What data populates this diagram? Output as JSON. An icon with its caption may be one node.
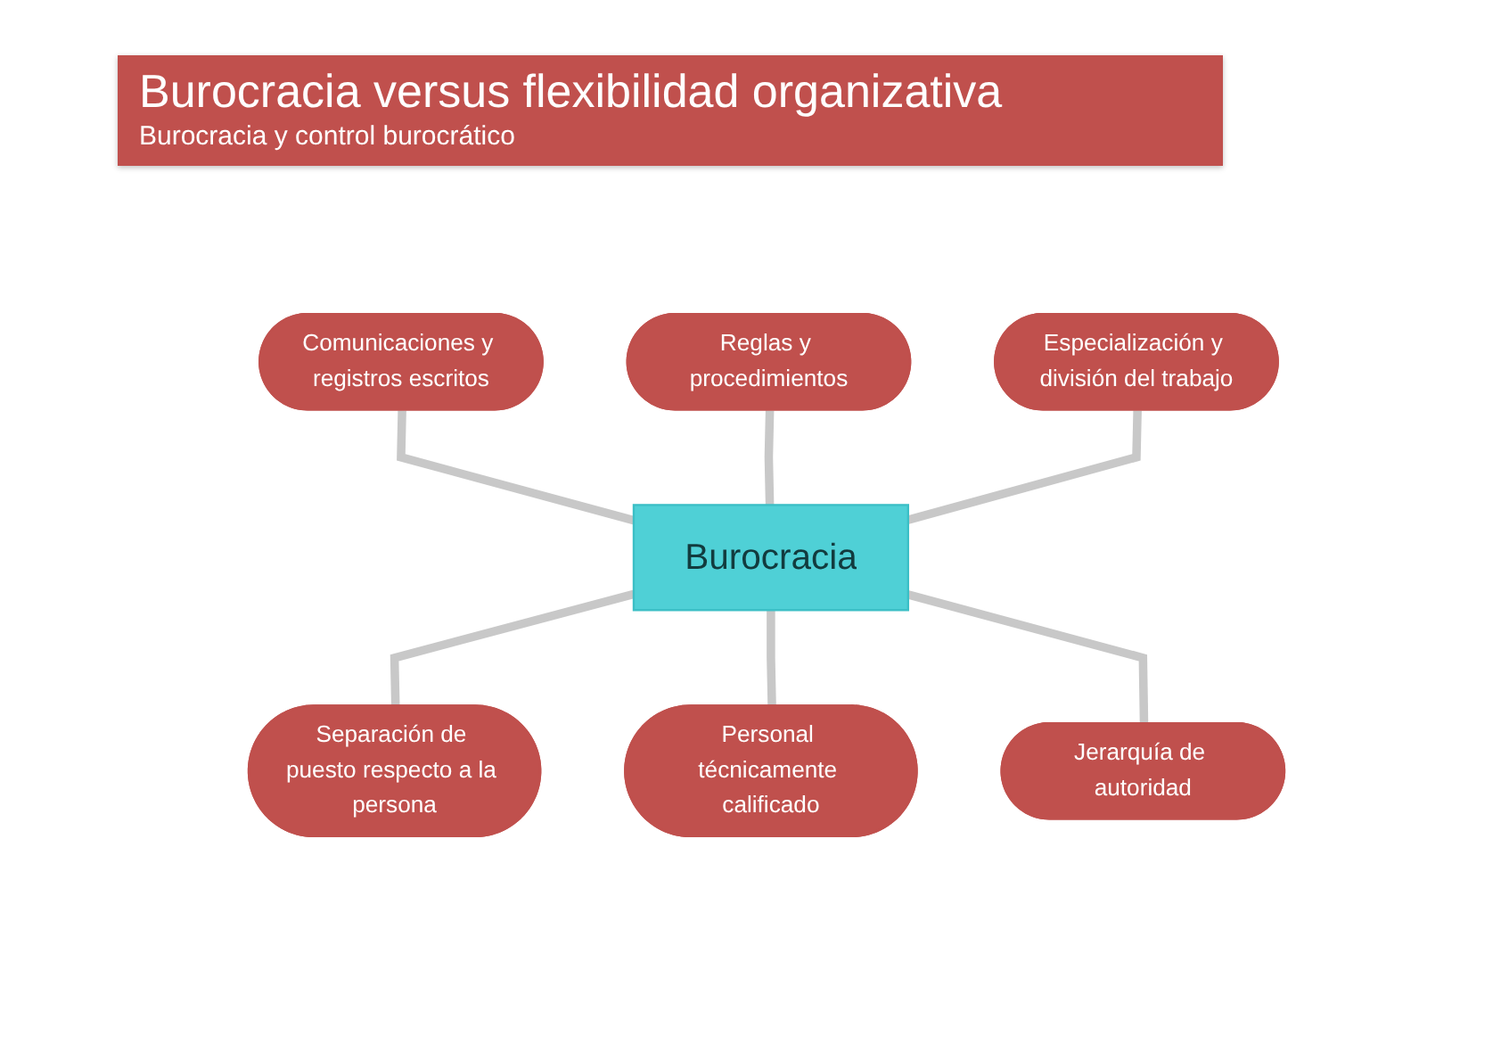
{
  "diagram": {
    "title": "Burocracia versus flexibilidad organizativa",
    "nodes": [
      {
        "text": [
          "Reglas y procedimientos"
        ]
      },
      {
        "text": [
          "Comunicaciones y registros escritos"
        ]
      },
      {
        "text": [
          "Especialización y división del trabajo"
        ]
      },
      {
        "text": [
          "Burocracia"
        ]
      },
      {
        "text": [
          "Separación de puesto respecto a la persona"
        ]
      },
      {
        "text": [
          "Jerarquía de autoridad"
        ]
      },
      {
        "text": [
          "Personal técnicamente calificado"
        ]
      }
    ],
    "edges": [
      {
        "from": 1,
        "to": 3,
        "arrow": "none"
      },
      {
        "from": 0,
        "to": 3,
        "arrow": "none"
      },
      {
        "from": 2,
        "to": 3,
        "arrow": "none"
      },
      {
        "from": 3,
        "to": 4,
        "arrow": "none"
      },
      {
        "from": 3,
        "to": 6,
        "arrow": "none"
      },
      {
        "from": 3,
        "to": 5,
        "arrow": "none"
      }
    ],
    "labels": [
      "Burocracia y control burocrático"
    ]
  }
}
